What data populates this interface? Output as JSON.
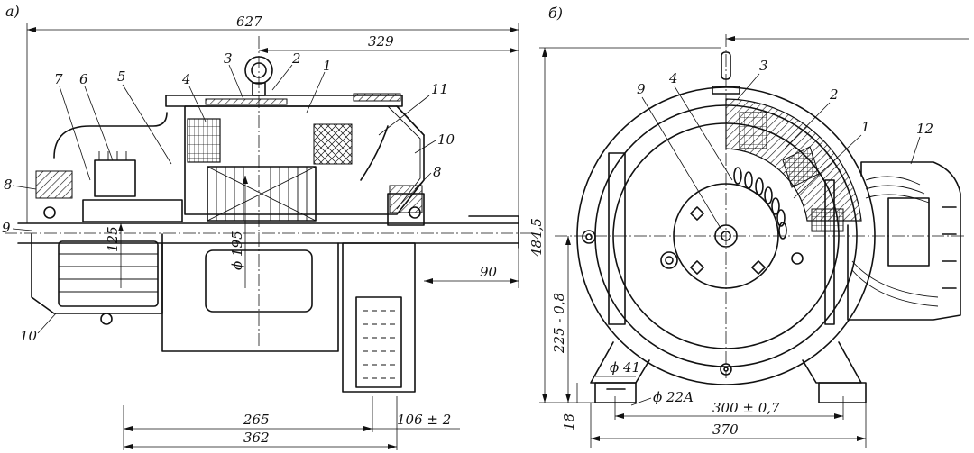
{
  "panels": {
    "a": "а)",
    "b": "б)"
  },
  "view_a": {
    "dimensions": {
      "overall_length": "627",
      "right_part": "329",
      "shaft_diameter": "ϕ 195",
      "shaft_height": "125",
      "shaft_end": "90",
      "mount_265": "265",
      "mount_362": "362",
      "mount_106": "106 ± 2"
    },
    "callouts": [
      "1",
      "2",
      "3",
      "4",
      "5",
      "6",
      "7",
      "8",
      "8",
      "9",
      "10",
      "10",
      "11"
    ]
  },
  "view_b": {
    "dimensions": {
      "height_total": "484,5",
      "axis_height": "225 - 0,8",
      "foot_height": "18",
      "hole_41": "ϕ 41",
      "hole_22": "ϕ 22A",
      "base_300": "300 ± 0,7",
      "base_370": "370"
    },
    "callouts": [
      "1",
      "2",
      "3",
      "4",
      "9",
      "12"
    ]
  }
}
